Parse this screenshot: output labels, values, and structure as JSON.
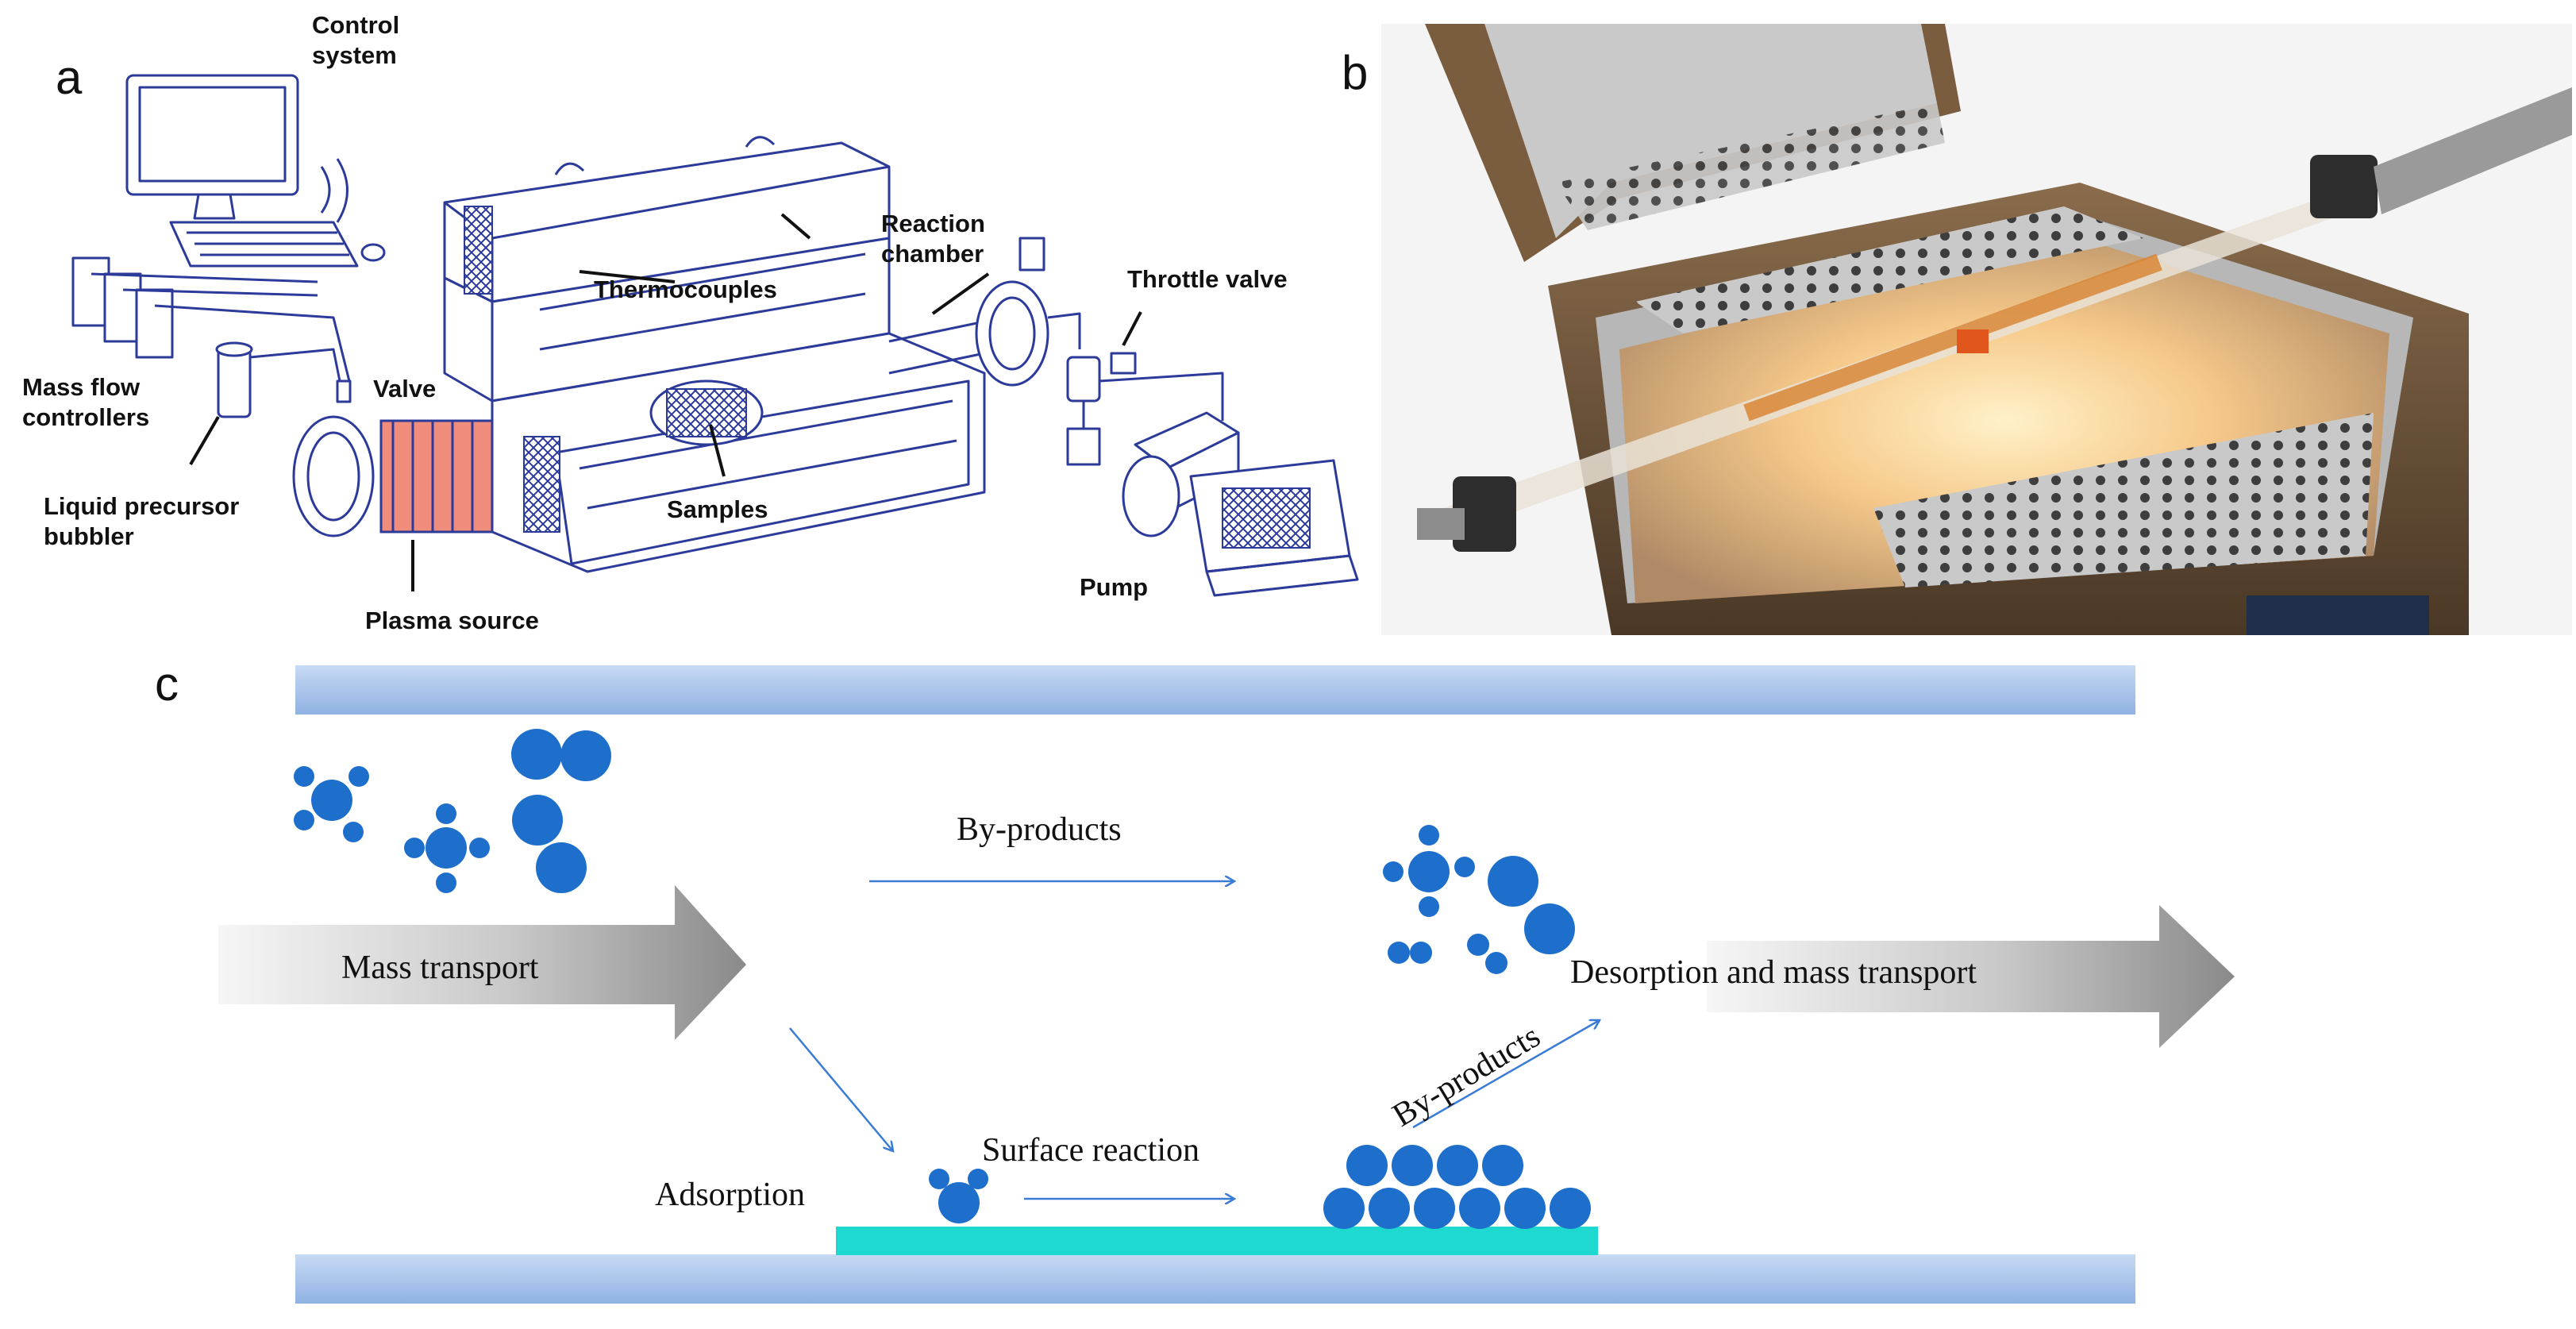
{
  "panel_a": {
    "tag": "a",
    "labels": {
      "control_system": [
        "Control",
        "system"
      ],
      "thermocouples": "Thermocouples",
      "reaction_chamber": [
        "Reaction",
        "chamber"
      ],
      "throttle_valve": "Throttle valve",
      "mass_flow_controllers": [
        "Mass flow",
        "controllers"
      ],
      "valve": "Valve",
      "liquid_precursor_bubbler": [
        "Liquid precursor",
        "bubbler"
      ],
      "samples": "Samples",
      "plasma_source": "Plasma source",
      "pump": "Pump"
    }
  },
  "panel_b": {
    "tag": "b"
  },
  "panel_c": {
    "tag": "c",
    "labels": {
      "mass_transport": "Mass transport",
      "by_products_top": "By-products",
      "desorption": "Desorption and mass transport",
      "by_products_diag": "By-products",
      "adsorption": "Adsorption",
      "surface_reaction": "Surface reaction"
    }
  },
  "colors": {
    "line_art": "#2c3a9a",
    "plasma_coil": "#f08c7c",
    "molecule": "#1e6fcc",
    "tube_wall": "#a9c6ec",
    "substrate": "#1ed9cf",
    "arrow_line": "#3a7bd5"
  }
}
